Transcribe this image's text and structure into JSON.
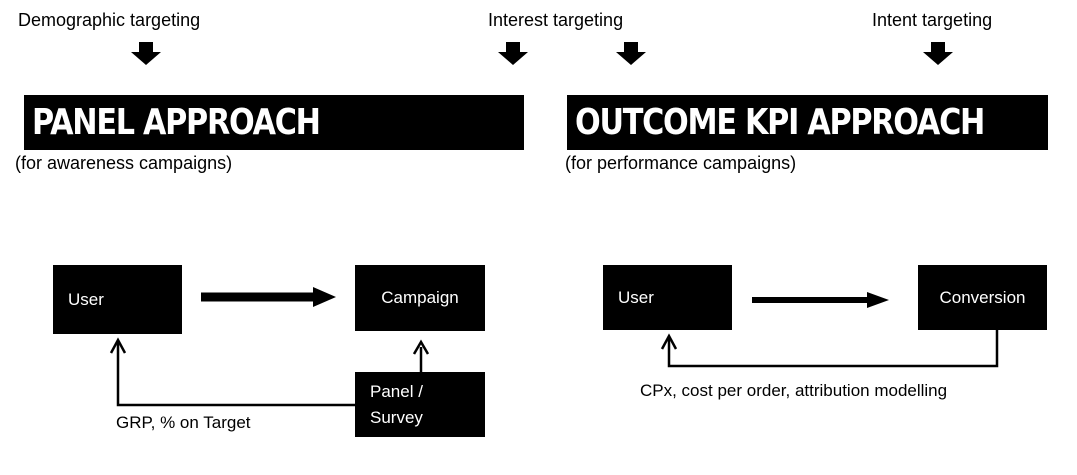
{
  "top_labels": {
    "demographic": "Demographic targeting",
    "interest": "Interest targeting",
    "intent": "Intent targeting"
  },
  "panel": {
    "title": "PANEL APPROACH",
    "subtitle": "(for awareness campaigns)",
    "user_box": "User",
    "campaign_box": "Campaign",
    "panel_box_line1": "Panel /",
    "panel_box_line2": "Survey",
    "feedback_caption": "GRP, % on Target"
  },
  "outcome": {
    "title": "OUTCOME KPI APPROACH",
    "subtitle": "(for performance campaigns)",
    "user_box": "User",
    "conversion_box": "Conversion",
    "feedback_caption": "CPx, cost per order, attribution modelling"
  },
  "colors": {
    "ink": "#000000",
    "background": "#ffffff",
    "banner_text": "#ffffff"
  }
}
